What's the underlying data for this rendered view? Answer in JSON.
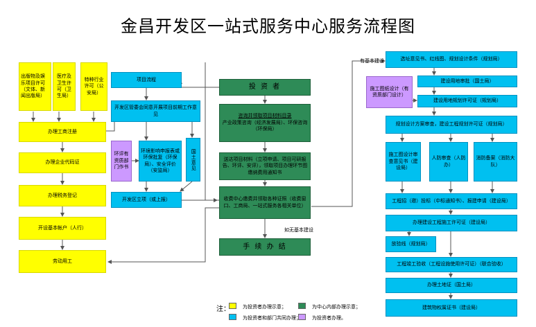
{
  "title": "金昌开发区一站式服务中心服务流程图",
  "colors": {
    "yellow": "#ffff00",
    "cyan": "#00c0f0",
    "green": "#2e8b57",
    "purple": "#cc99ff",
    "line": "#555555"
  },
  "left": {
    "permit1": "出版物及娱乐项目许可（文体、新闻出版局）",
    "permit2": "医疗及卫生许可（卫生局）",
    "permit3": "特种行业许可（公安局）",
    "business_reg": "办理工商注册",
    "org_code": "办理企业代码证",
    "tax_reg": "办理税务登记",
    "bank_account": "开设基本帐户（人行）",
    "labor": "劳动用工"
  },
  "middle_left": {
    "project_flow": "项目流程",
    "preliminary": "开发区管委会同意开展项目前期工作意见",
    "eia_purple": "环评有资质部门作书",
    "eia_approval": "环境影响申报表或环保批复（环保局）、安全评价（安监局）",
    "land": "国土意见",
    "project_approval": "开发区立项（或上报）"
  },
  "center": {
    "investor": "投 资 者",
    "consult_title": "咨询并领取项目材料目录",
    "consult_body": "产业政策咨询（经济发展局）、环保咨询（环保局）",
    "submit": "送达项目材料（立项申请、项目可研报告、环评、安评），领取项目办理环节图缴纳费用通知书",
    "fee": "收费中心缴费并领取各种证照（收费窗口、工商局、一站式服务各相关单位）",
    "no_construction": "如无基本建设",
    "complete": "手 续 办 结"
  },
  "right": {
    "has_construction": "有基本建设",
    "site_selection": "选址意见书、红线图、规划设计条件（规划局）",
    "land_approval": "建设用地审批（国土局）",
    "drawing_design": "施工图纸设计（有资质部门设计）",
    "land_permit": "建设用地规划许可证（规划局）",
    "plan_review": "规划设计方案审查，建设工程规划许可证（规划局）",
    "drawing_review": "施工图设计审查意见书（建设局）",
    "civil_defense": "人防审查（人防办）",
    "fire_review": "消防备案（消防大队）",
    "tender": "工程招（邀）投标（中标通知书）、报建申请（建设局）",
    "construction_permit": "办理建设工程施工许可证（建设局）",
    "line_check": "放验线（规划局）",
    "acceptance": "工程竣工验收（工程设施使用许可证）（联合验收）",
    "land_cert": "办理土地证（国土局）",
    "house_cert": "建筑物权属证书（建设局）"
  },
  "legend": {
    "note": "注：",
    "yellow": "为投资者办理示意；",
    "green": "为中心内部办理示意；",
    "cyan": "为投资者和部门共同办理；",
    "purple": "为投资者办理。"
  }
}
